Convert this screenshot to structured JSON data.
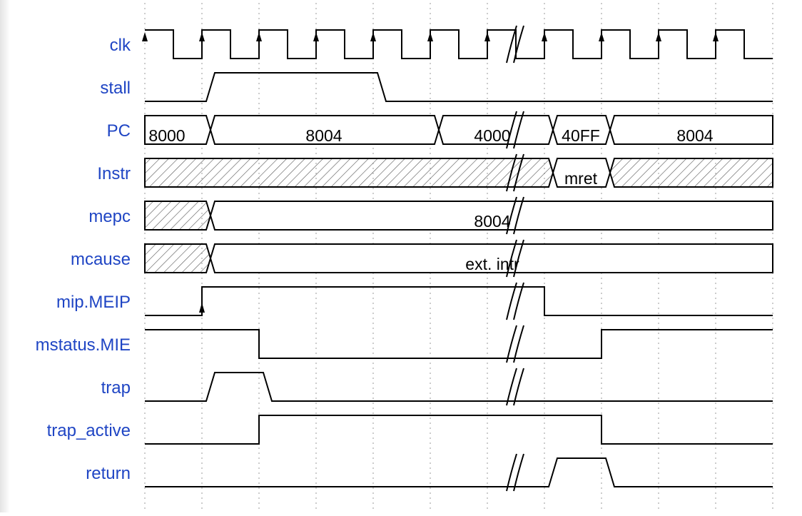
{
  "colors": {
    "label": "#1f45c4",
    "line": "#000000",
    "grid": "#9a9a9a",
    "hatch": "#555555"
  },
  "signals": [
    {
      "id": "clk",
      "label": "clk",
      "type": "clock"
    },
    {
      "id": "stall",
      "label": "stall",
      "type": "bit"
    },
    {
      "id": "pc",
      "label": "PC",
      "type": "bus",
      "values": [
        "8000",
        "8004",
        "4000",
        "40FF",
        "8004"
      ]
    },
    {
      "id": "instr",
      "label": "Instr",
      "type": "bus",
      "values": [
        "mret"
      ]
    },
    {
      "id": "mepc",
      "label": "mepc",
      "type": "bus",
      "values": [
        "8004"
      ]
    },
    {
      "id": "mcause",
      "label": "mcause",
      "type": "bus",
      "values": [
        "ext. intr"
      ]
    },
    {
      "id": "mip",
      "label": "mip.MEIP",
      "type": "bit"
    },
    {
      "id": "mstatus",
      "label": "mstatus.MIE",
      "type": "bit"
    },
    {
      "id": "trap",
      "label": "trap",
      "type": "bit"
    },
    {
      "id": "trap_active",
      "label": "trap_active",
      "type": "bit"
    },
    {
      "id": "return",
      "label": "return",
      "type": "bit"
    }
  ]
}
